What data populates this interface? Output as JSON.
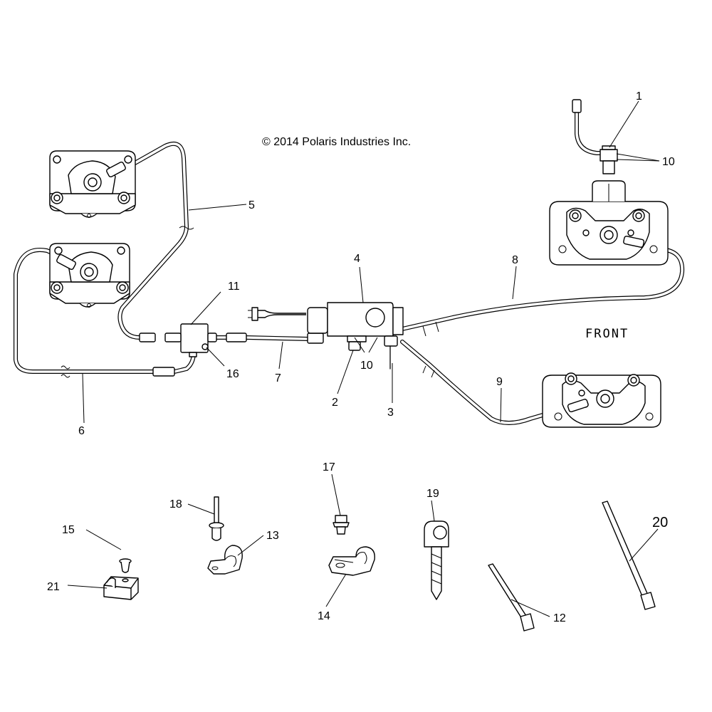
{
  "copyright": "© 2014 Polaris Industries Inc.",
  "front_label": "FRONT",
  "callouts": {
    "c1": "1",
    "c10a": "10",
    "c10b": "10",
    "c2": "2",
    "c3": "3",
    "c4": "4",
    "c5": "5",
    "c6": "6",
    "c7": "7",
    "c8": "8",
    "c9": "9",
    "c11": "11",
    "c12": "12",
    "c13": "13",
    "c14": "14",
    "c15": "15",
    "c16": "16",
    "c17": "17",
    "c18": "18",
    "c19": "19",
    "c20": "20",
    "c21": "21"
  }
}
